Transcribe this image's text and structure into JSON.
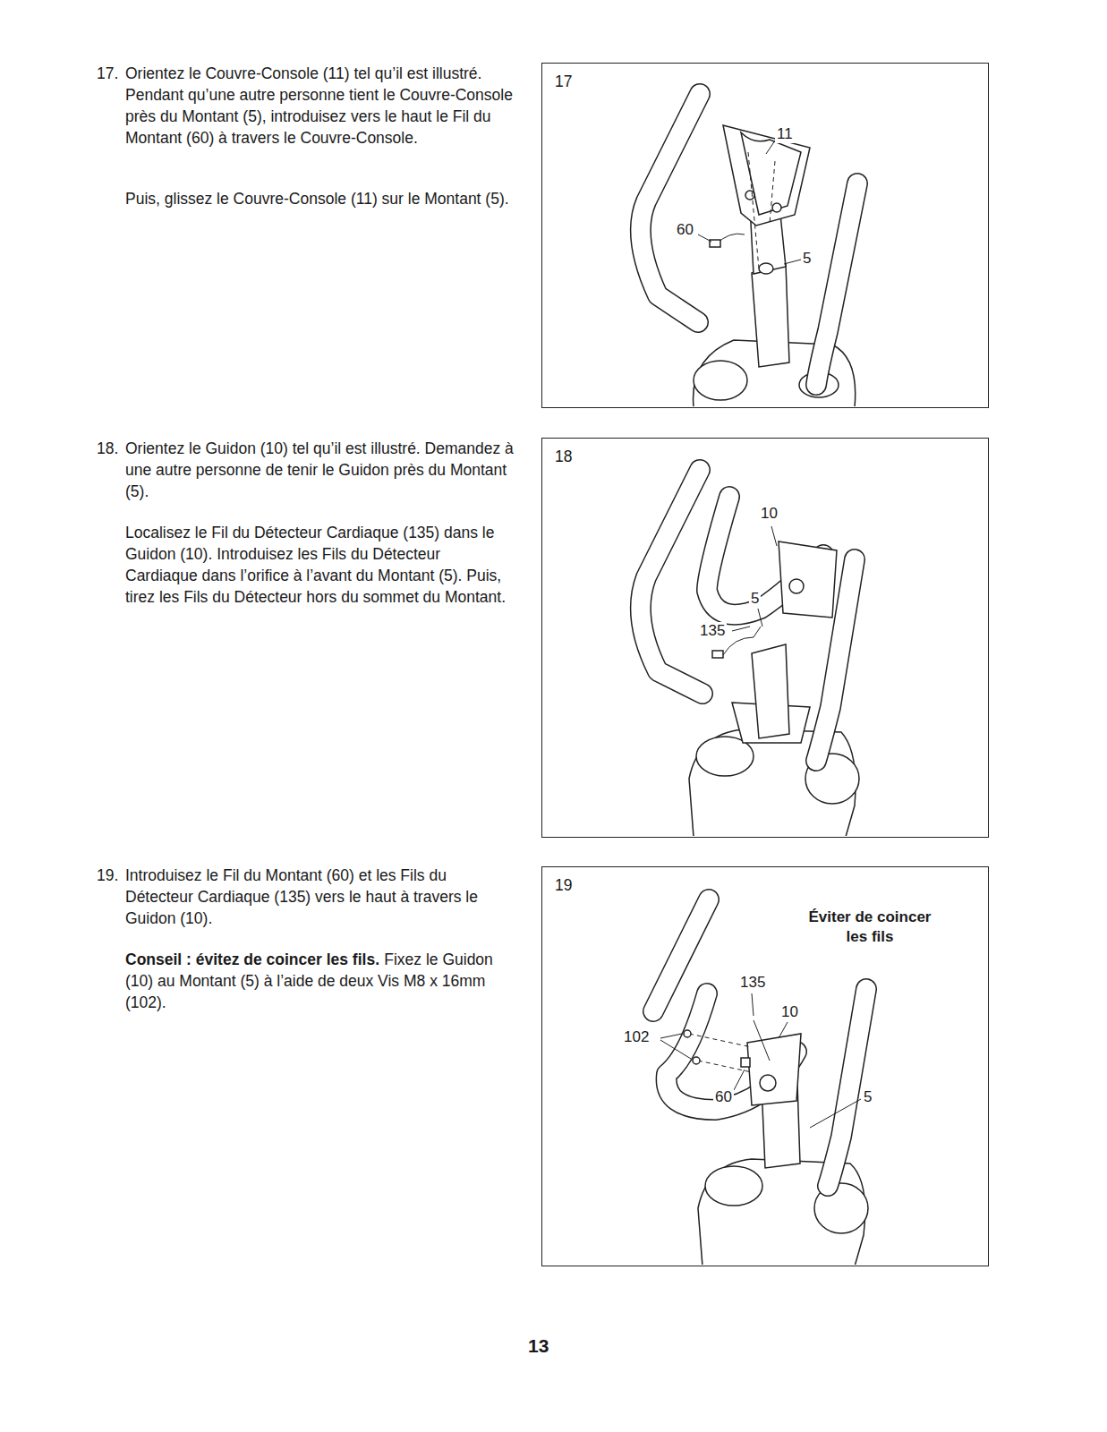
{
  "diagram": {
    "nodes": [
      {
        "text": [
          "17"
        ]
      },
      {
        "text": [
          "18"
        ]
      },
      {
        "text": [
          "19"
        ]
      }
    ],
    "labels": [
      "17.",
      "Orientez le Couvre-Console (11) tel qu’il est illustré. Pendant qu’une autre personne tient le Couvre-Console près du Montant (5), introduisez vers le haut le Fil du Montant (60) à travers le Couvre-Console.",
      "Puis, glissez le Couvre-Console (11) sur le Montant (5).",
      "18.",
      "Orientez le Guidon (10) tel qu’il est illustré. Demandez à une autre personne de tenir le Guidon près du Montant (5).",
      "Localisez le Fil du Détecteur Cardiaque (135) dans le Guidon (10). Introduisez les Fils du Détecteur Cardiaque dans l’orifice à l’avant du Montant (5). Puis, tirez les Fils du Détecteur hors du sommet du Montant.",
      "19.",
      "Introduisez le Fil du Montant (60) et les Fils du Détecteur Cardiaque (135) vers le haut à travers le Guidon (10).",
      "Conseil : évitez de coincer les fils.",
      "Fixez le Guidon (10) au Montant (5) à l’aide de deux Vis M8 x 16mm (102).",
      "11",
      "60",
      "5",
      "10",
      "5",
      "135",
      "Éviter de coincer les fils",
      "135",
      "10",
      "102",
      "60",
      "5",
      "13"
    ]
  }
}
